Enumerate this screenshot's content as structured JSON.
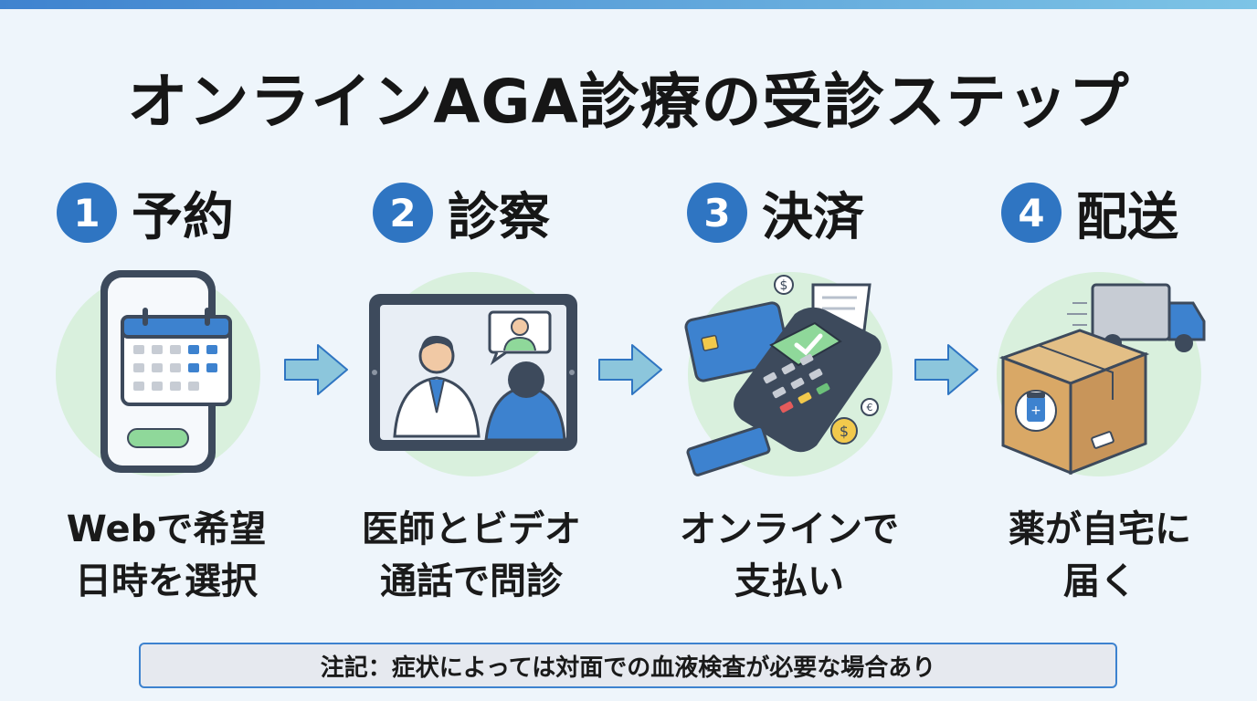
{
  "title": "オンラインAGA診療の受診ステップ",
  "colors": {
    "accent": "#2f75c2",
    "background": "#eef5fb",
    "arrow": "#8cc6dc",
    "circle_bg": "#d9f0dd"
  },
  "steps": [
    {
      "number": "1",
      "title": "予約",
      "desc_line1": "Webで希望",
      "desc_line2": "日時を選択",
      "icon": "smartphone-calendar-icon"
    },
    {
      "number": "2",
      "title": "診察",
      "desc_line1": "医師とビデオ",
      "desc_line2": "通話で問診",
      "icon": "tablet-video-call-icon"
    },
    {
      "number": "3",
      "title": "決済",
      "desc_line1": "オンラインで",
      "desc_line2": "支払い",
      "icon": "payment-terminal-icon"
    },
    {
      "number": "4",
      "title": "配送",
      "desc_line1": "薬が自宅に",
      "desc_line2": "届く",
      "icon": "delivery-box-truck-icon"
    }
  ],
  "note": "注記：症状によっては対面での血液検査が必要な場合あり"
}
